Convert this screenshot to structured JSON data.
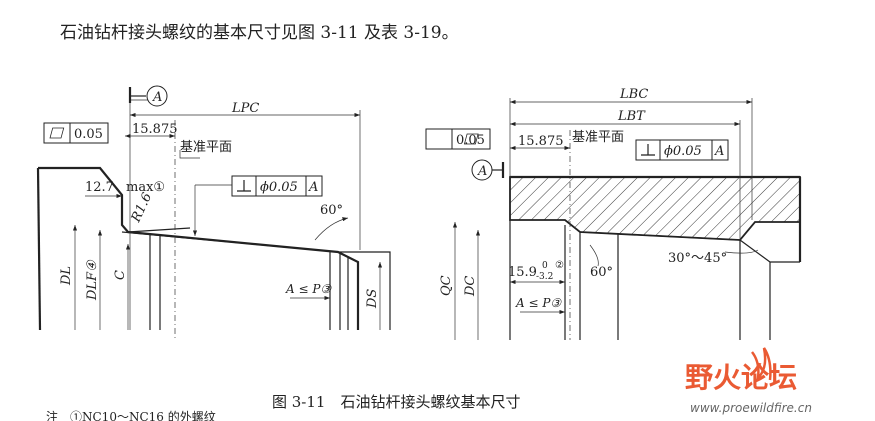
{
  "intro_text": "石油钻杆接头螺纹的基本尺寸见图 3-11 及表 3-19。",
  "caption": "图 3-11　石油钻杆接头螺纹基本尺寸",
  "note_fragment": "注　①NC10～NC16 的外螺纹",
  "left_figure": {
    "datum": "A",
    "flatness_tol": "0.05",
    "dim_15875": "15.875",
    "ref_plane": "基准平面",
    "dim_127": "12.7",
    "max_note": "max①",
    "radius": "R1.6",
    "perp_tol": "ϕ0.05",
    "perp_datum": "A",
    "length_label": "LPC",
    "angle": "60°",
    "dia_L": "DL",
    "dia_LF": "DLF④",
    "dia_C": "C",
    "dia_S": "DS",
    "a_le_p": "A ≤ P③"
  },
  "right_figure": {
    "length_BC": "LBC",
    "length_BT": "LBT",
    "flatness_tol": "0.05",
    "dim_15875": "15.875",
    "ref_plane": "基准平面",
    "perp_tol": "ϕ0.05",
    "perp_datum": "A",
    "datum": "A",
    "dia_QC": "QC",
    "dia_DC": "DC",
    "dim_159": "15.9",
    "tol_upper": "0",
    "tol_lower": "-3.2",
    "tol_note": "②",
    "angle_60": "60°",
    "angle_range": "30°～45°",
    "a_le_p": "A ≤ P③"
  },
  "watermark": {
    "cn": "野火论坛",
    "url": "www.proewildfire.cn",
    "accent": "#e8491d"
  }
}
